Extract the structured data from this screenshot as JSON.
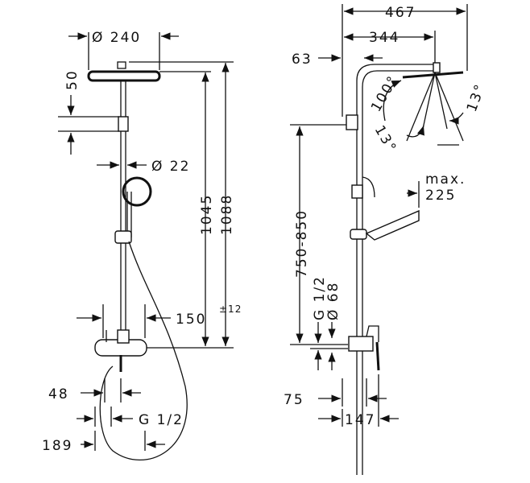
{
  "labels": {
    "d240": "Ø 240",
    "v50": "50",
    "d22": "Ø 22",
    "v1045": "1045",
    "v1088": "1088",
    "v150": "150",
    "tol12": "±12",
    "v48": "48",
    "g12_left": "G 1/2",
    "v189": "189",
    "v467": "467",
    "v344": "344",
    "v63": "63",
    "a100": "100°",
    "a13_left": "13°",
    "a13_right": "13°",
    "max": "max.",
    "v225": "225",
    "v750_850": "750-850",
    "g12_right": "G 1/2",
    "d68": "Ø 68",
    "v75": "75",
    "v147": "147"
  },
  "colors": {
    "line": "#111111",
    "background": "#ffffff"
  }
}
